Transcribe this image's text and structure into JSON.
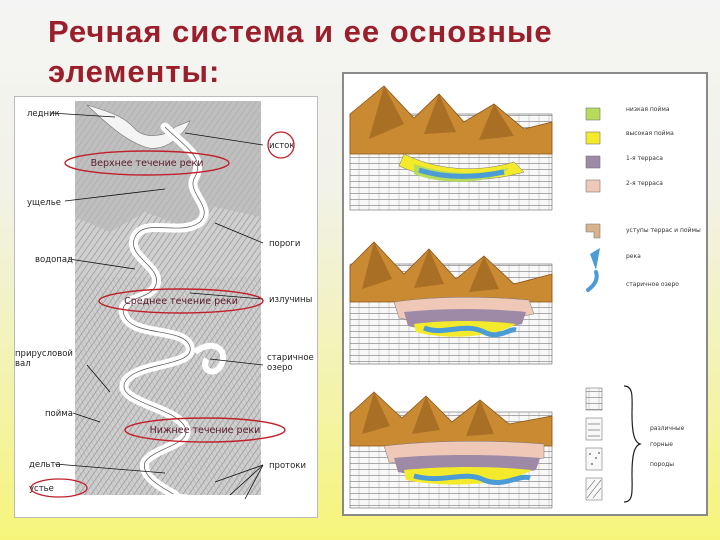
{
  "title": "Речная система и ее основные элементы:",
  "left_diagram": {
    "labels": {
      "lednik": "ледник",
      "istok": "исток",
      "ushchelye": "ущелье",
      "porogi": "пороги",
      "vodopad": "водопад",
      "izluchiny": "излучины",
      "priruslovoy_val": "прирусловой вал",
      "staritsa": "старичное озеро",
      "poyma": "пойма",
      "delta": "дельта",
      "protoki": "протоки",
      "ustye": "устье"
    },
    "courses": {
      "upper": "Верхнее течение реки",
      "middle": "Среднее течение реки",
      "lower": "Нижнее течение реки"
    },
    "colors": {
      "highlight_ellipse": "#c0202a"
    }
  },
  "right_diagram": {
    "legend": [
      {
        "label": "низкая пойма",
        "color": "#b6dc5a"
      },
      {
        "label": "высокая пойма",
        "color": "#f2ea2a"
      },
      {
        "label": "1-я терраса",
        "color": "#9e8aa6"
      },
      {
        "label": "2-я терраса",
        "color": "#f0c8b8"
      },
      {
        "label": "уступы террас и поймы",
        "color": "#d7b28a"
      },
      {
        "label": "река",
        "color": "#4a9bd6"
      },
      {
        "label": "старичное озеро",
        "color": "#4a9bd6"
      }
    ],
    "rocks_label": [
      "различные",
      "горные",
      "породы"
    ],
    "colors": {
      "mountain": "#c98a32",
      "mountain_dark": "#8a5418",
      "river": "#4a9bd6"
    }
  }
}
